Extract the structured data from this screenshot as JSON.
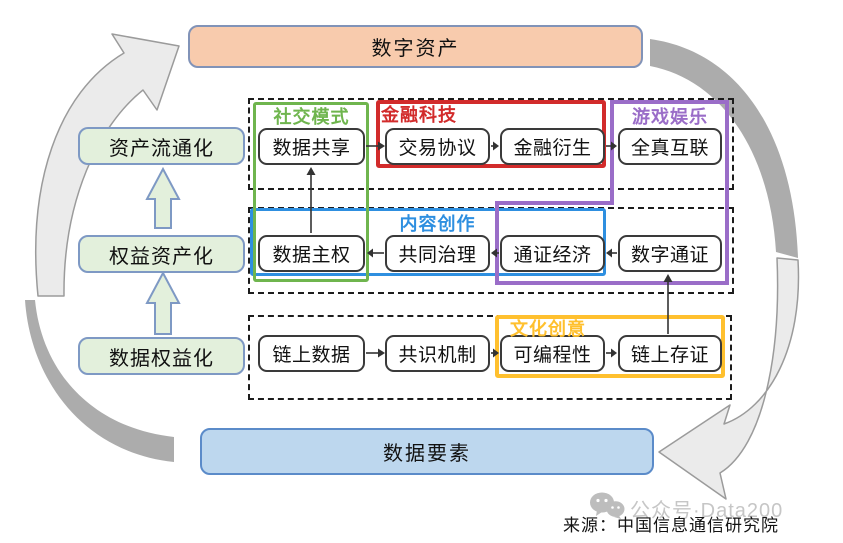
{
  "diagram": {
    "top_node": "数字资产",
    "bottom_node": "数据要素",
    "left_stages": [
      "资产流通化",
      "权益资产化",
      "数据权益化"
    ],
    "categories": {
      "social": {
        "label": "社交模式",
        "color": "#6FB54E"
      },
      "fintech": {
        "label": "金融科技",
        "color": "#D22B2B"
      },
      "gaming": {
        "label": "游戏娱乐",
        "color": "#9A6DC8"
      },
      "content": {
        "label": "内容创作",
        "color": "#2E8FE0"
      },
      "culture": {
        "label": "文化创意",
        "color": "#FFC02E"
      }
    },
    "rows": [
      {
        "boxes": [
          "数据共享",
          "交易协议",
          "金融衍生",
          "全真互联"
        ]
      },
      {
        "boxes": [
          "数据主权",
          "共同治理",
          "通证经济",
          "数字通证"
        ]
      },
      {
        "boxes": [
          "链上数据",
          "共识机制",
          "可编程性",
          "链上存证"
        ]
      }
    ]
  },
  "footer": {
    "watermark": "公众号·Data200",
    "source": "来源：中国信息通信研究院"
  },
  "colors": {
    "top_node_fill": "#F8CBAD",
    "bottom_node_fill": "#BDD7EE",
    "stage_fill": "#E3F0DC",
    "node_border": "#7E99C4",
    "cycle_arrow_light": "#EBEBEB",
    "cycle_arrow_dark": "#ACACAC"
  }
}
